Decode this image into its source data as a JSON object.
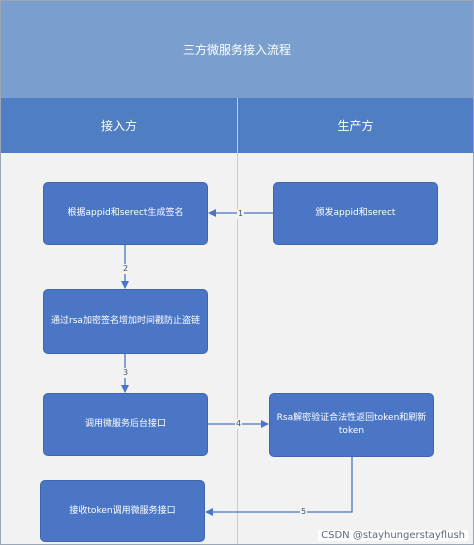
{
  "title": "三方微服务接入流程",
  "lanes": {
    "left": "接入方",
    "right": "生产方"
  },
  "boxes": {
    "sign": "根据appid和serect生成签名",
    "issue": "颁发appid和serect",
    "encrypt": "通过rsa加密签名增加时间戳防止盗链",
    "call_backend": "调用微服务后台接口",
    "verify": "Rsa解密验证合法性返回token和刷新token",
    "receive": "接收token调用微服务接口"
  },
  "steps": [
    "1",
    "2",
    "3",
    "4",
    "5"
  ],
  "watermark": "CSDN @stayhungerstayflush",
  "colors": {
    "title_bg": "#7a9fcf",
    "lane_header_bg": "#4f7ec2",
    "box_bg": "#4a76c5",
    "arrow": "#4a76c5"
  }
}
